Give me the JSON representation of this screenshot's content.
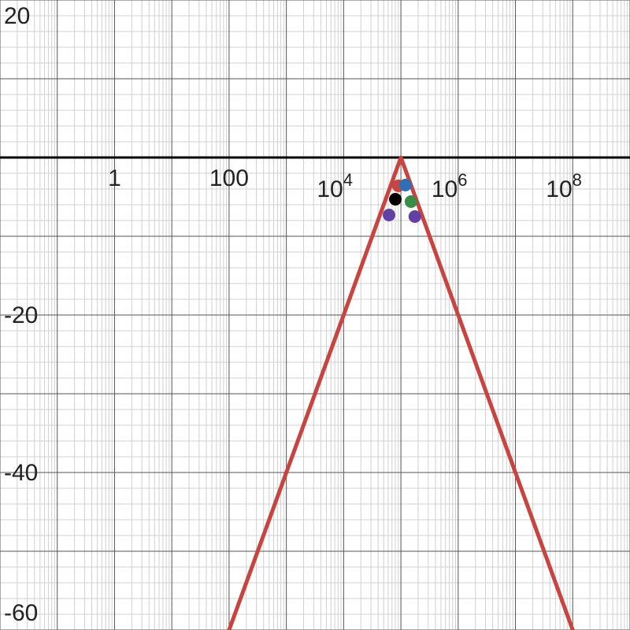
{
  "chart_data": {
    "type": "line",
    "x_scale": "log",
    "y_scale": "linear",
    "xlim": [
      0.01,
      1000000000
    ],
    "ylim": [
      -60,
      20
    ],
    "grid": true,
    "colors": {
      "curve": "#c74440",
      "axis": "#000000",
      "major_grid": "#555555",
      "minor_grid": "#d0d0d0"
    },
    "x_tick_labels": [
      {
        "value": 1,
        "base": "1",
        "exp": ""
      },
      {
        "value": 100,
        "base": "100",
        "exp": ""
      },
      {
        "value": 10000,
        "base": "10",
        "exp": "4"
      },
      {
        "value": 1000000,
        "base": "10",
        "exp": "6"
      },
      {
        "value": 100000000,
        "base": "10",
        "exp": "8"
      }
    ],
    "y_tick_labels": [
      {
        "value": 20,
        "text": "20"
      },
      {
        "value": -20,
        "text": "-20"
      },
      {
        "value": -40,
        "text": "-40"
      },
      {
        "value": -60,
        "text": "-60"
      }
    ],
    "series": [
      {
        "x": [
          100,
          1000,
          10000,
          50000,
          100000,
          200000,
          1000000,
          10000000,
          100000000
        ],
        "y": [
          -60,
          -40,
          -20,
          -6,
          0,
          -6,
          -20,
          -40,
          -60
        ]
      }
    ],
    "points": [
      {
        "x": 90000,
        "y": -3.6,
        "color": "#c74440"
      },
      {
        "x": 120000,
        "y": -3.5,
        "color": "#2d70b3"
      },
      {
        "x": 80000,
        "y": -5.3,
        "color": "#000000"
      },
      {
        "x": 150000,
        "y": -5.6,
        "color": "#388c46"
      },
      {
        "x": 62000,
        "y": -7.3,
        "color": "#6042a6"
      },
      {
        "x": 175000,
        "y": -7.5,
        "color": "#6042a6"
      }
    ]
  }
}
